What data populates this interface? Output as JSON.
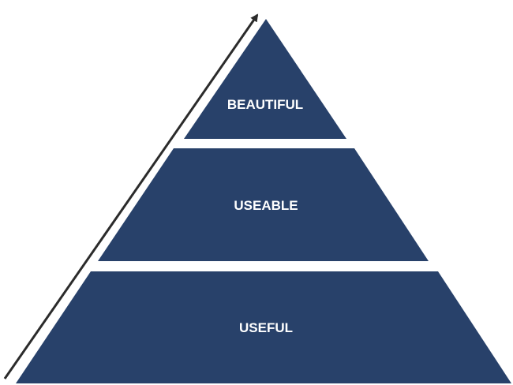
{
  "pyramid": {
    "fill_color": "#28416a",
    "arrow_color": "#2b2b2b",
    "tiers": [
      {
        "label": "BEAUTIFUL"
      },
      {
        "label": "USEABLE"
      },
      {
        "label": "USEFUL"
      }
    ]
  }
}
